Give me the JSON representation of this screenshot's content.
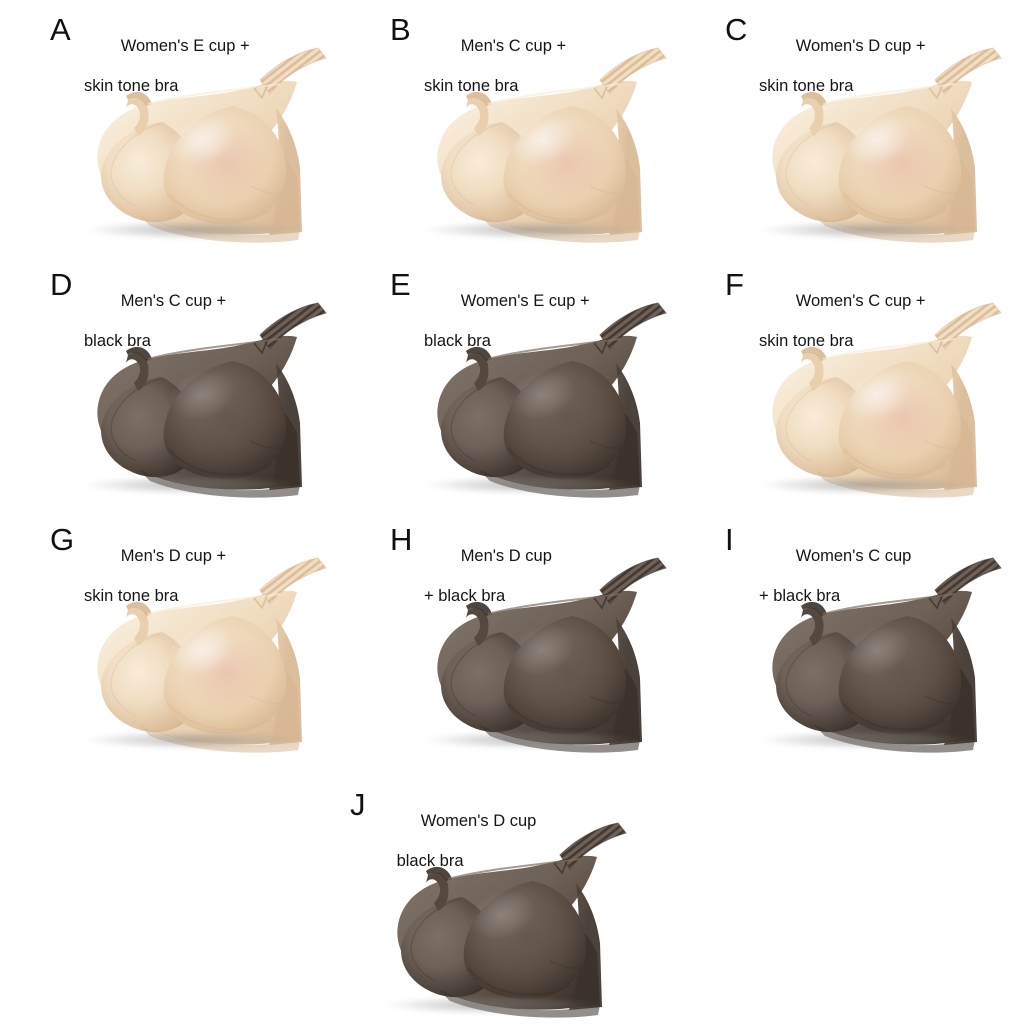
{
  "page": {
    "title": "Silicone breast form variant chart",
    "background": "#ffffff",
    "columns": 3,
    "rows": 4,
    "item_count": 10
  },
  "palette": {
    "skin_light": "#f1ddc2",
    "skin_mid": "#e9cfae",
    "skin_shade": "#d8b894",
    "skin_highlight": "#f8ecd9",
    "skin_blush": "#e7bda6",
    "dark_light": "#6d6158",
    "dark_mid": "#55493f",
    "dark_shade": "#3b322b",
    "dark_highlight": "#7c6f64",
    "dark_blush": "#5a4b3e",
    "text": "#151515",
    "shadow": "#9a9a9a"
  },
  "items": [
    {
      "letter": "A",
      "line1": "Women's E cup +",
      "line2": "skin tone bra",
      "tone": "skin",
      "cup": "E",
      "gender": "Women's",
      "bra_color": "skin tone",
      "indent": false,
      "col": 0,
      "row": 0
    },
    {
      "letter": "B",
      "line1": "Men's C cup +",
      "line2": "skin tone bra",
      "tone": "skin",
      "cup": "C",
      "gender": "Men's",
      "bra_color": "skin tone",
      "indent": false,
      "col": 1,
      "row": 0
    },
    {
      "letter": "C",
      "line1": "Women's D cup +",
      "line2": "skin tone bra",
      "tone": "skin",
      "cup": "D",
      "gender": "Women's",
      "bra_color": "skin tone",
      "indent": false,
      "col": 2,
      "row": 0
    },
    {
      "letter": "D",
      "line1": "Men's C cup +",
      "line2": "black bra",
      "tone": "dark",
      "cup": "C",
      "gender": "Men's",
      "bra_color": "black",
      "indent": false,
      "col": 0,
      "row": 1
    },
    {
      "letter": "E",
      "line1": "Women's E cup +",
      "line2": "black bra",
      "tone": "dark",
      "cup": "E",
      "gender": "Women's",
      "bra_color": "black",
      "indent": false,
      "col": 1,
      "row": 1
    },
    {
      "letter": "F",
      "line1": "Women's C cup +",
      "line2": "skin tone bra",
      "tone": "skin",
      "cup": "C",
      "gender": "Women's",
      "bra_color": "skin tone",
      "indent": false,
      "col": 2,
      "row": 1
    },
    {
      "letter": "G",
      "line1": "Men's D cup +",
      "line2": "skin tone bra",
      "tone": "skin",
      "cup": "D",
      "gender": "Men's",
      "bra_color": "skin tone",
      "indent": false,
      "col": 0,
      "row": 2
    },
    {
      "letter": "H",
      "line1": "Men's D cup",
      "line2": "+ black bra",
      "tone": "dark",
      "cup": "D",
      "gender": "Men's",
      "bra_color": "black",
      "indent": false,
      "col": 1,
      "row": 2
    },
    {
      "letter": "I",
      "line1": "Women's C cup",
      "line2": "+ black bra",
      "tone": "dark",
      "cup": "C",
      "gender": "Women's",
      "bra_color": "black",
      "indent": false,
      "col": 2,
      "row": 2
    },
    {
      "letter": "J",
      "line1": "Women's D cup",
      "line2": " black bra",
      "tone": "dark",
      "cup": "D",
      "gender": "Women's",
      "bra_color": "black",
      "indent": true,
      "col": 1,
      "row": 3
    }
  ]
}
